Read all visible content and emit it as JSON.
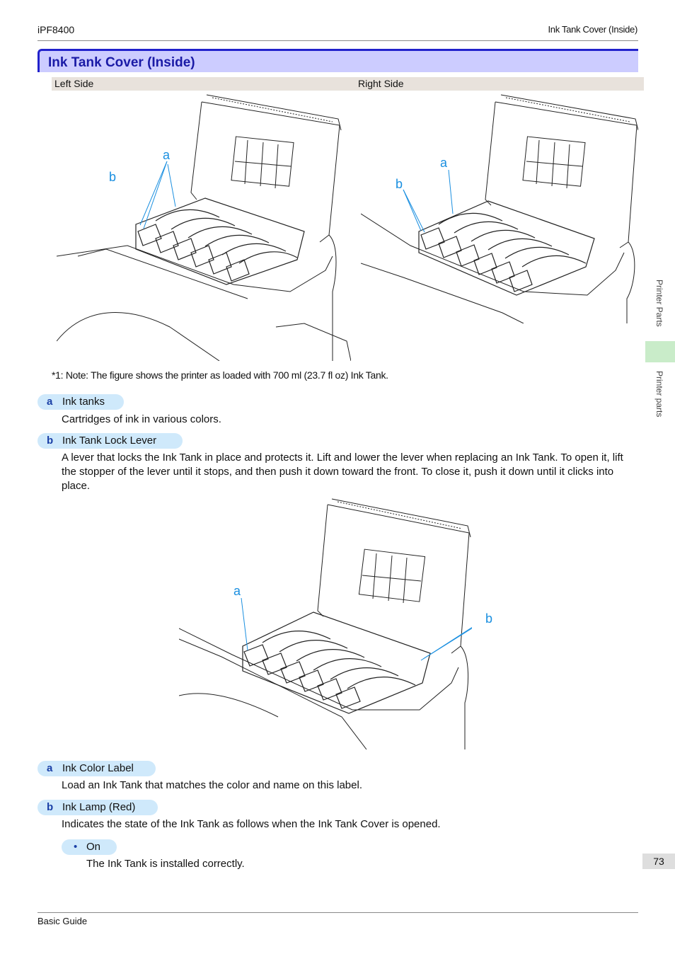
{
  "header": {
    "model": "iPF8400",
    "section": "Ink Tank Cover (Inside)"
  },
  "title": "Ink Tank Cover (Inside)",
  "columns": {
    "left": "Left Side",
    "right": "Right Side"
  },
  "figure_labels": {
    "a": "a",
    "b": "b"
  },
  "note": "*1: Note: The figure shows the printer as loaded with 700 ml (23.7 fl oz) Ink Tank.",
  "items1": [
    {
      "key": "a",
      "label": "Ink tanks",
      "desc": "Cartridges of ink in various colors."
    },
    {
      "key": "b",
      "label": "Ink Tank Lock Lever",
      "desc": "A lever that locks the Ink Tank in place and protects it. Lift and lower the lever when replacing an Ink Tank. To open it, lift the stopper of the lever until it stops, and then push it down toward the front. To close it, push it down until it clicks into place."
    }
  ],
  "items2": [
    {
      "key": "a",
      "label": "Ink Color Label",
      "desc": "Load an Ink Tank that matches the color and name on this label."
    },
    {
      "key": "b",
      "label": "Ink Lamp (Red)",
      "desc": "Indicates the state of the Ink Tank as follows when the Ink Tank Cover is opened."
    }
  ],
  "bullet": {
    "symbol": "•",
    "label": "On",
    "desc": "The Ink Tank is installed correctly."
  },
  "side_tabs": {
    "tab1": "Printer Parts",
    "tab2": "Printer parts"
  },
  "page_number": "73",
  "footer": "Basic Guide",
  "colors": {
    "title_bg": "#ccccff",
    "title_border": "#2222cc",
    "title_text": "#1a1aa6",
    "pill_bg": "#cfe9fb",
    "callout": "#1a8fe0",
    "side_tab": "#c9ecc9"
  }
}
